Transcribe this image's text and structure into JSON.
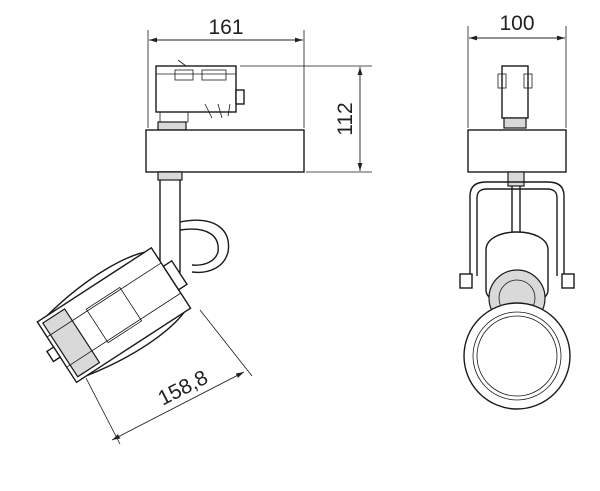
{
  "dimensions": {
    "side_width": "161",
    "side_height": "112",
    "head_length": "158,8",
    "front_width": "100"
  }
}
